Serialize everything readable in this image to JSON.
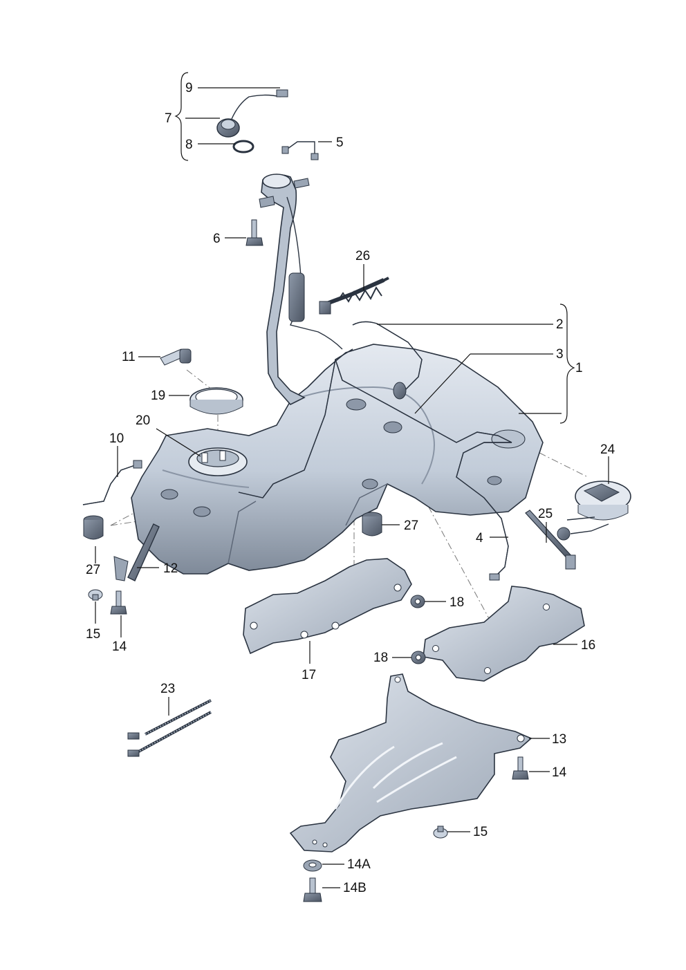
{
  "colors": {
    "part_fill": "#c9d2de",
    "part_light": "#e4e9f0",
    "part_dark": "#7f8a99",
    "outline": "#2a3340",
    "label": "#111111"
  },
  "labels": {
    "l1": "1",
    "l2": "2",
    "l3": "3",
    "l4": "4",
    "l5": "5",
    "l6": "6",
    "l7": "7",
    "l8": "8",
    "l9": "9",
    "l10": "10",
    "l11": "11",
    "l12": "12",
    "l13": "13",
    "l14_left": "14",
    "l14_right": "14",
    "l14a": "14A",
    "l14b": "14B",
    "l15_left": "15",
    "l15_right": "15",
    "l16": "16",
    "l17": "17",
    "l18_upper": "18",
    "l18_lower": "18",
    "l19": "19",
    "l20": "20",
    "l23": "23",
    "l24": "24",
    "l25": "25",
    "l26": "26",
    "l27_left": "27",
    "l27_right": "27"
  }
}
